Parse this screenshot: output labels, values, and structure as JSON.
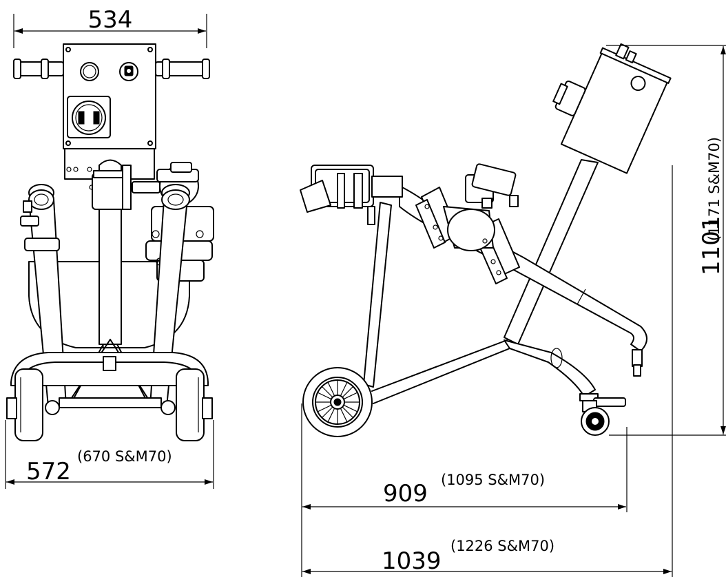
{
  "dimensions": {
    "front_top_width": "534",
    "front_base_width": "572",
    "front_base_width_alt": "(670 S&M70)",
    "side_wheelbase": "909",
    "side_wheelbase_alt": "(1095 S&M70)",
    "side_overall_length": "1039",
    "side_overall_length_alt": "(1226 S&M70)",
    "side_height": "1101",
    "side_height_alt": "(1171 S&M70)"
  }
}
